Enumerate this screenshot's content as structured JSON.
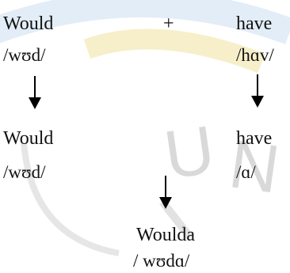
{
  "diagram": {
    "left_word": "Would",
    "left_ipa": "/wʊd/",
    "plus": "+",
    "right_word": "have",
    "right_ipa": "/hɑv/",
    "left_word_reduced": "Would",
    "left_ipa_reduced": "/wʊd/",
    "right_word_reduced": "have",
    "right_ipa_reduced": "/ɑ/",
    "result_word": "Woulda",
    "result_ipa": "/ wʊdɑ/"
  },
  "watermark": {
    "letters": [
      "U",
      "N"
    ],
    "arc_color": "#f5edc4",
    "arc_color_blue": "#dbe9f5",
    "letter_color": "#d9d9d9"
  }
}
